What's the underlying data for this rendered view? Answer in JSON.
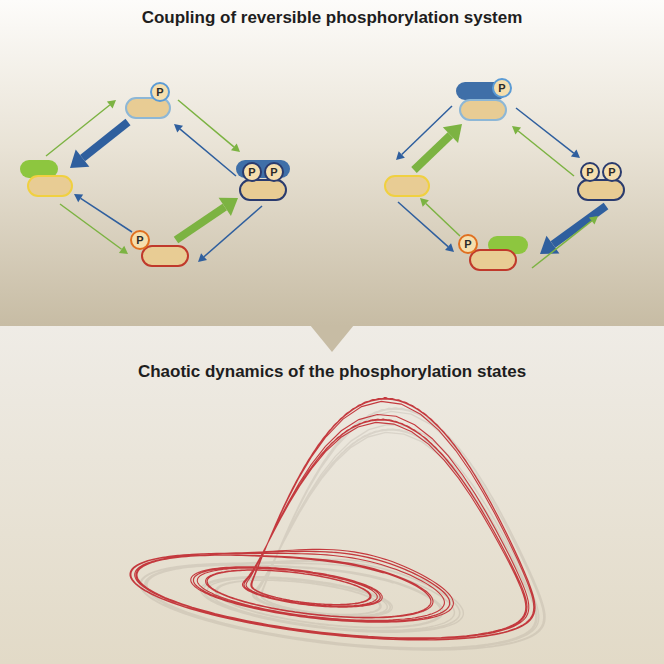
{
  "diagram": {
    "title": "Coupling of reversible phosphorylation system",
    "labels": [
      "P",
      "P",
      "P",
      "P",
      "P",
      "P",
      "P",
      "P",
      "Chaotic dynamics of the phosphorylation states"
    ]
  }
}
